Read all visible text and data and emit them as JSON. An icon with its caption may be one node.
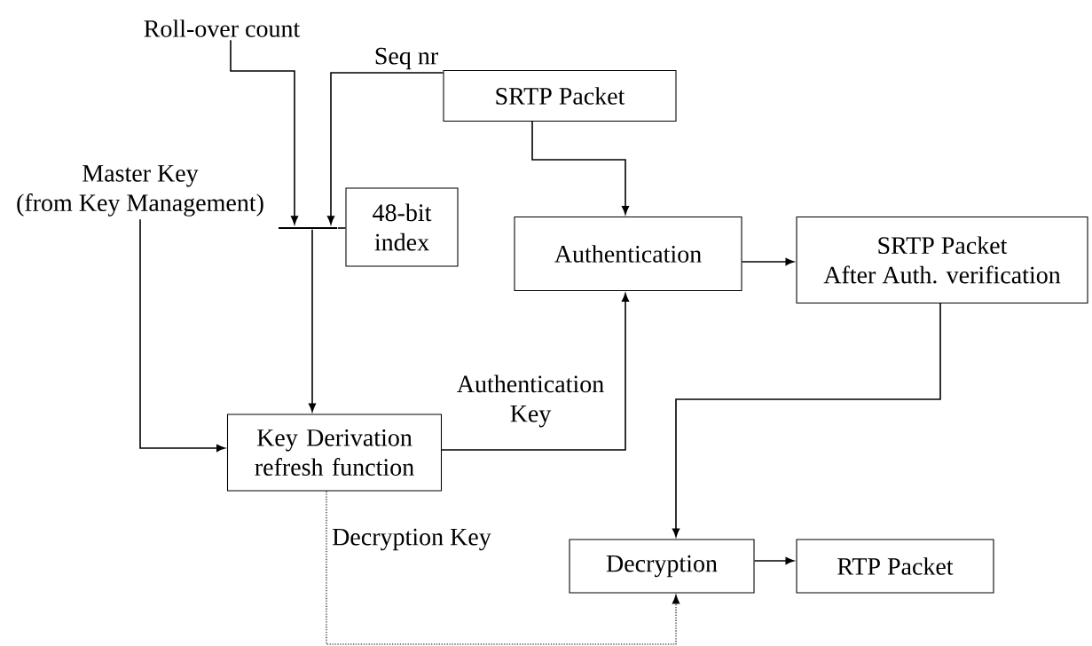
{
  "diagram": {
    "nodes": [
      {
        "text": [
          "Roll-over count"
        ]
      },
      {
        "text": [
          "SRTP Packet"
        ]
      },
      {
        "text": [
          "Master Key",
          "(from Key Management)"
        ]
      },
      {
        "text": [],
        "shape": "bar"
      },
      {
        "text": [
          "48-bit index"
        ]
      },
      {
        "text": [
          "Authentication"
        ]
      },
      {
        "text": [
          "SRTP Packet",
          "After Auth. verification"
        ]
      },
      {
        "text": [
          "Key Derivation refresh function"
        ]
      },
      {
        "text": [
          "Decryption"
        ]
      },
      {
        "text": [
          "RTP Packet"
        ]
      }
    ],
    "edges": [
      {
        "from": 0,
        "to": 3,
        "arrow": "to"
      },
      {
        "from": 1,
        "to": 3,
        "arrow": "to",
        "label": "Seq nr"
      },
      {
        "from": 3,
        "to": 4,
        "arrow": "none"
      },
      {
        "from": 3,
        "to": 7,
        "arrow": "to"
      },
      {
        "from": 2,
        "to": 7,
        "arrow": "to"
      },
      {
        "from": 1,
        "to": 5,
        "arrow": "to"
      },
      {
        "from": 5,
        "to": 6,
        "arrow": "to"
      },
      {
        "from": 7,
        "to": 5,
        "arrow": "to",
        "label": "Authentication Key"
      },
      {
        "from": 6,
        "to": 8,
        "arrow": "to"
      },
      {
        "from": 8,
        "to": 9,
        "arrow": "to"
      },
      {
        "from": 7,
        "to": 8,
        "arrow": "to",
        "label": "Decryption Key",
        "style": "dashed"
      }
    ]
  }
}
